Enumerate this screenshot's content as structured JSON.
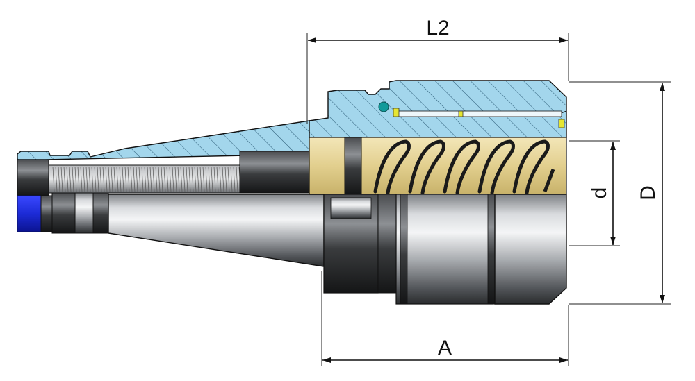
{
  "dimensions": {
    "l2": "L2",
    "a": "A",
    "d_small": "d",
    "d_large": "D"
  },
  "colors": {
    "section_blue": "#9fd3ea",
    "brass": "#e8d7a0",
    "steel_dark": "#2a2a2a",
    "steel_mid": "#8c8f93",
    "steel_light": "#e4e6e8",
    "blue_ring": "#1c2bd6",
    "teal_ball": "#119a9a",
    "yellow_pin": "#e6e632"
  }
}
